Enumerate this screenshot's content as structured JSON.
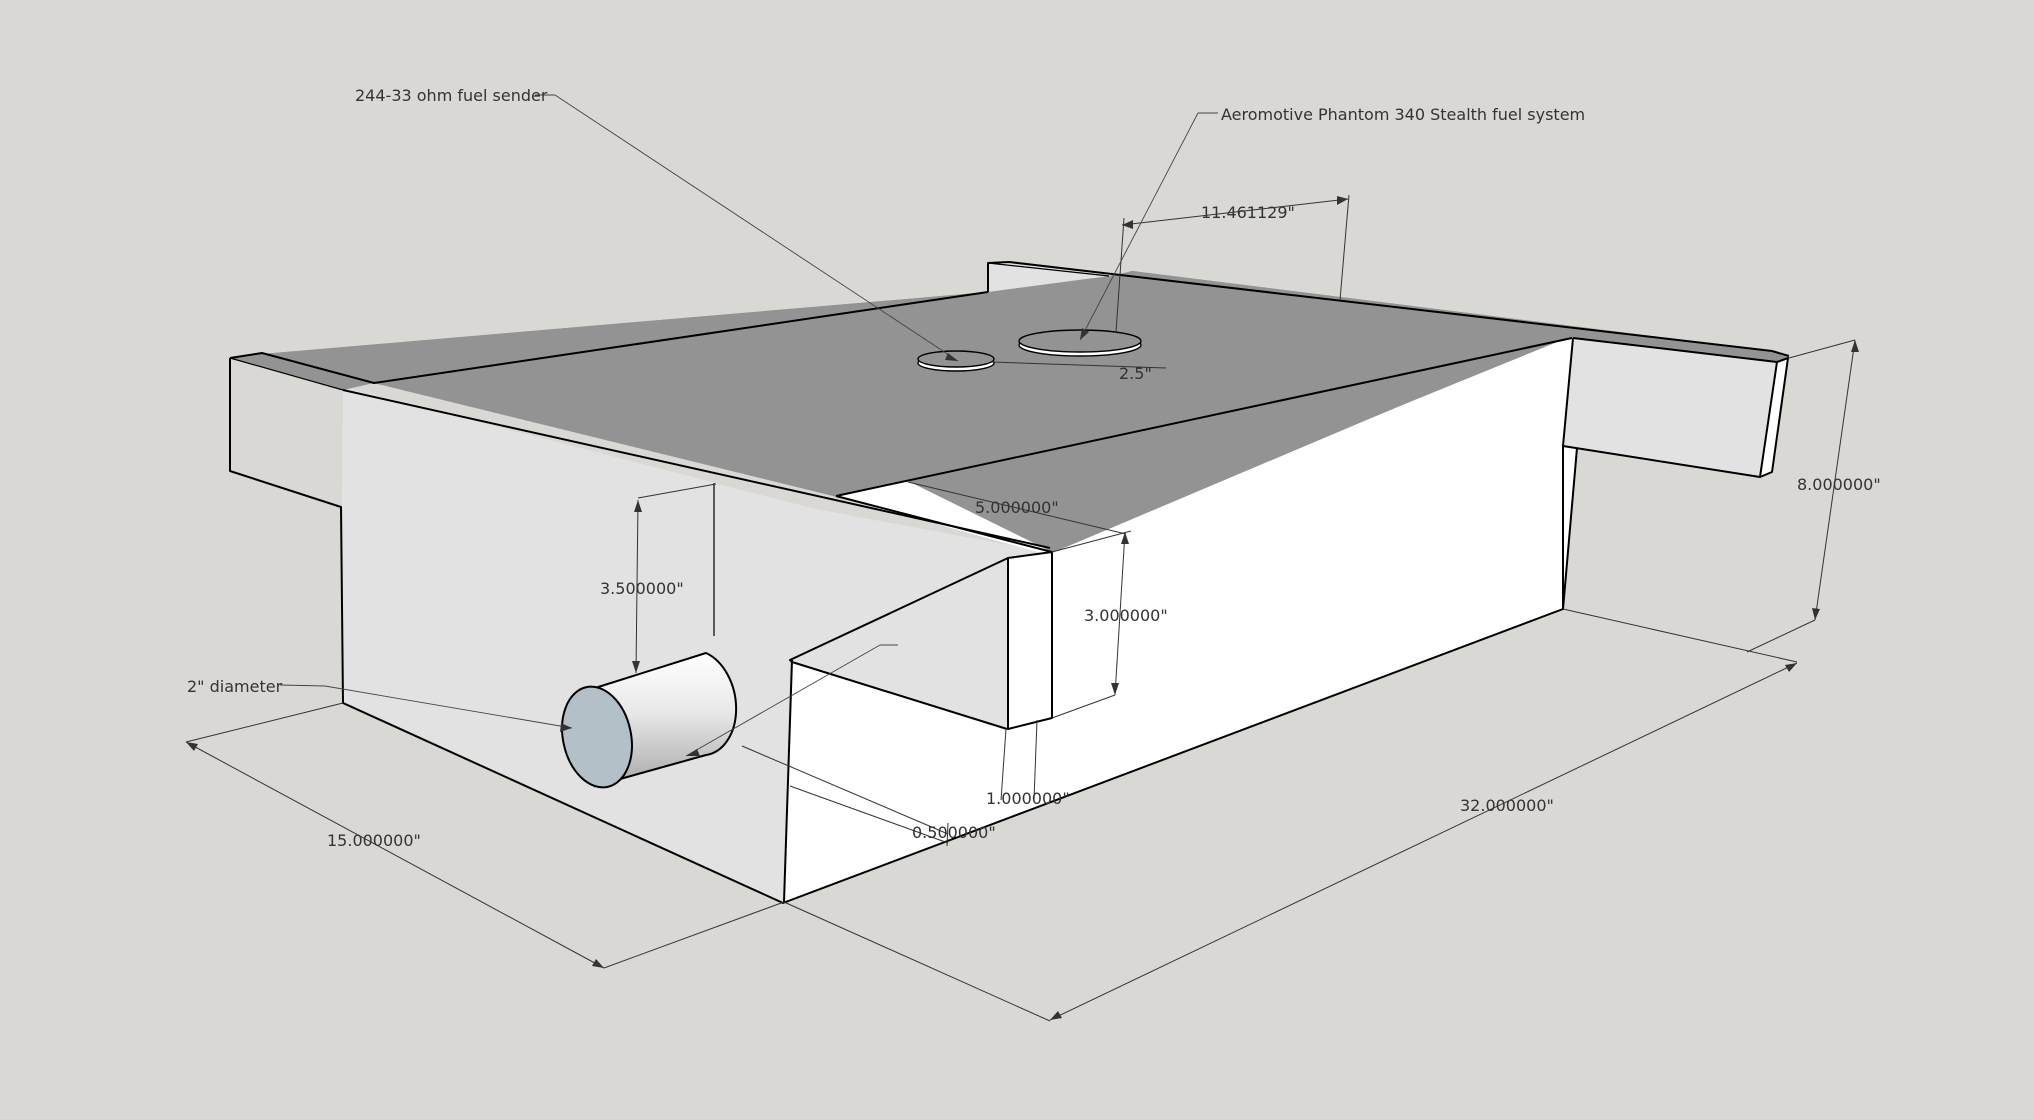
{
  "colors": {
    "background": "#d9d8d4",
    "tank_top": "#939393",
    "tank_face_light": "#e2e2e2",
    "tank_face_white": "#ffffff",
    "pipe_inner": "#b4c0c8"
  },
  "callouts": {
    "fuel_sender": "244-33 ohm fuel sender",
    "fuel_system": "Aeromotive Phantom 340 Stealth fuel system",
    "pipe_diameter": "2\" diameter"
  },
  "dimensions": {
    "top_offset": "11.461129\"",
    "hole_diameter": "2.5\"",
    "notch_width": "5.000000\"",
    "notch_height": "3.000000\"",
    "pipe_height": "3.500000\"",
    "step_height": "1.000000\"",
    "pipe_offset": "0.500000\"",
    "width": "15.000000\"",
    "length": "32.000000\"",
    "height": "8.000000\""
  }
}
